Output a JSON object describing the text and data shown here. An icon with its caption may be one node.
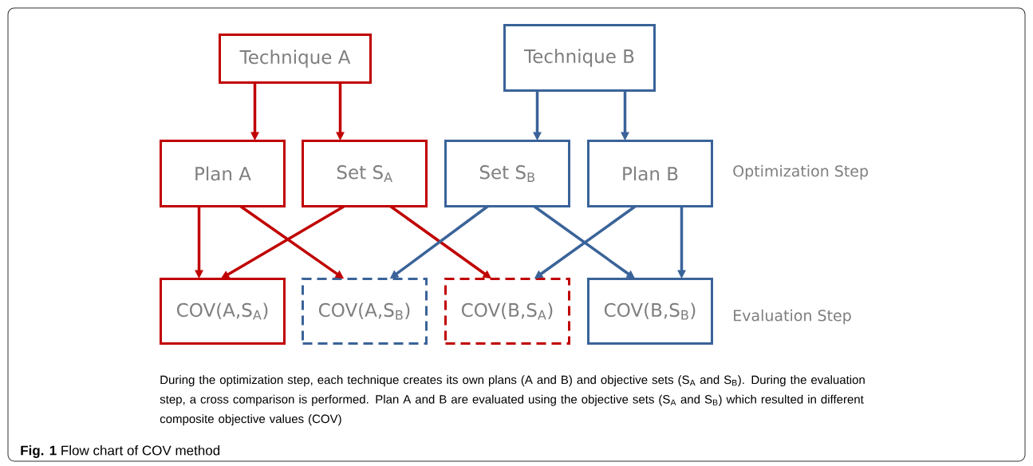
{
  "diagram": {
    "caption": "**Fig. 1** Flow chart of COV method",
    "nodes": [
      {
        "text": [
          "Technique A"
        ]
      },
      {
        "text": [
          "Technique B"
        ]
      },
      {
        "text": [
          "Plan A"
        ]
      },
      {
        "text": [
          "Set S$_{A}$"
        ]
      },
      {
        "text": [
          "Set S$_{B}$"
        ]
      },
      {
        "text": [
          "Plan B"
        ]
      },
      {
        "text": [
          "COV(A,S$_{A}$)"
        ]
      },
      {
        "text": [
          "COV(A,S$_{B}$)"
        ]
      },
      {
        "text": [
          "COV(B,S$_{A}$)"
        ]
      },
      {
        "text": [
          "COV(B,S$_{B}$)"
        ]
      }
    ],
    "edges": [
      {
        "from": 0,
        "to": 2,
        "arrow": "to",
        "color": "#c00000"
      },
      {
        "from": 0,
        "to": 3,
        "arrow": "to",
        "color": "#c00000"
      },
      {
        "from": 1,
        "to": 4,
        "arrow": "to",
        "color": "#3a6399"
      },
      {
        "from": 1,
        "to": 5,
        "arrow": "to",
        "color": "#3a6399"
      },
      {
        "from": 2,
        "to": 6,
        "arrow": "to",
        "color": "#c00000"
      },
      {
        "from": 2,
        "to": 7,
        "arrow": "to",
        "color": "#c00000"
      },
      {
        "from": 3,
        "to": 6,
        "arrow": "to",
        "color": "#c00000"
      },
      {
        "from": 3,
        "to": 8,
        "arrow": "to",
        "color": "#c00000"
      },
      {
        "from": 4,
        "to": 7,
        "arrow": "to",
        "color": "#3a6399"
      },
      {
        "from": 4,
        "to": 9,
        "arrow": "to",
        "color": "#3a6399"
      },
      {
        "from": 5,
        "to": 8,
        "arrow": "to",
        "color": "#3a6399"
      },
      {
        "from": 5,
        "to": 9,
        "arrow": "to",
        "color": "#3a6399"
      }
    ],
    "labels": [
      "Optimization Step",
      "Evaluation Step",
      "During the optimization step, each technique creates its own plans (A and B) and objective sets (S$_{A}$ and S$_{B}$). During the evaluation step, a cross comparison is performed. Plan A and B are evaluated using the objective sets (S$_{A}$ and S$_{B}$) which resulted in different composite objective values (COV)"
    ]
  }
}
